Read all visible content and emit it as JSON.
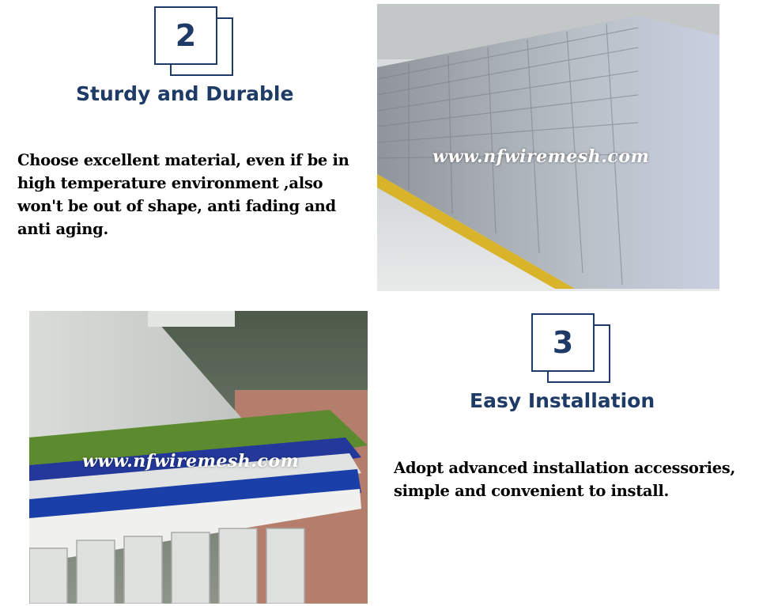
{
  "feature_2": {
    "number": "2",
    "title": "Sturdy and Durable",
    "description": "Choose excellent material, even if be in high temperature environment ,also won't be out of shape, anti fading and anti aging."
  },
  "feature_3": {
    "number": "3",
    "title": "Easy Installation",
    "description": "Adopt advanced installation accessories, simple and convenient to install."
  },
  "photo_top": {
    "watermark": "www.nfwiremesh.com"
  },
  "photo_bottom": {
    "watermark": "www.nfwiremesh.com"
  },
  "colors": {
    "navy": "#1e3a66",
    "green": "#5c8a2e",
    "blue": "#1b3fa8"
  },
  "icons": [
    "numbered-badge-icon"
  ]
}
